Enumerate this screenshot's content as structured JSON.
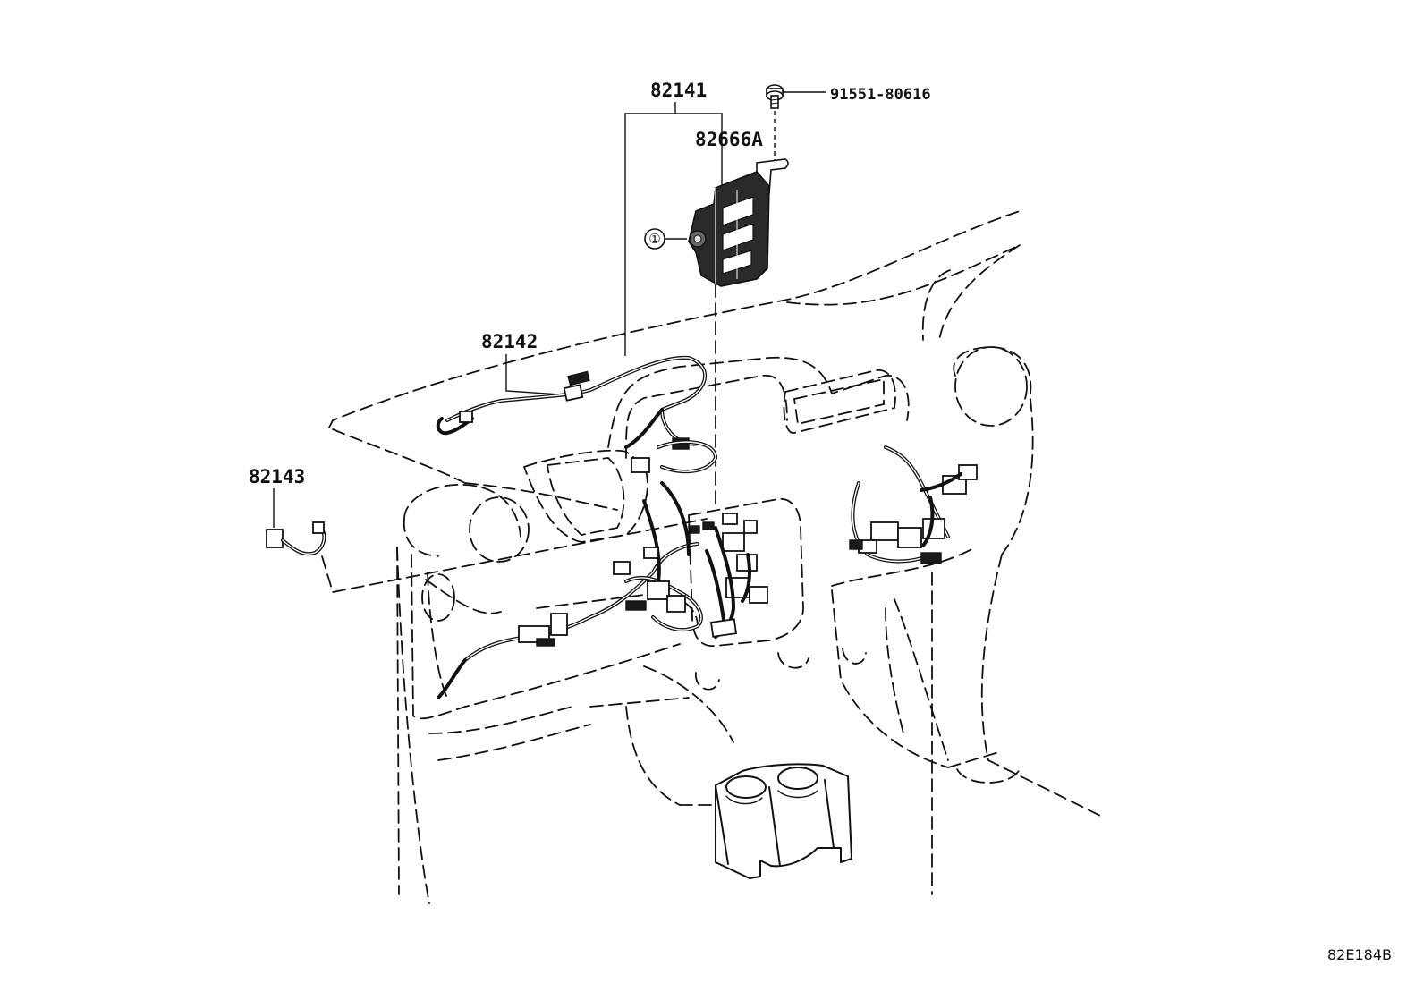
{
  "diagram": {
    "callouts": {
      "harness_main": "82141",
      "relay_block": "82666A",
      "bolt": "91551-80616",
      "ref_marker": "①",
      "harness_upper": "82142",
      "harness_left": "82143"
    },
    "illustration_id": "82E184B"
  }
}
